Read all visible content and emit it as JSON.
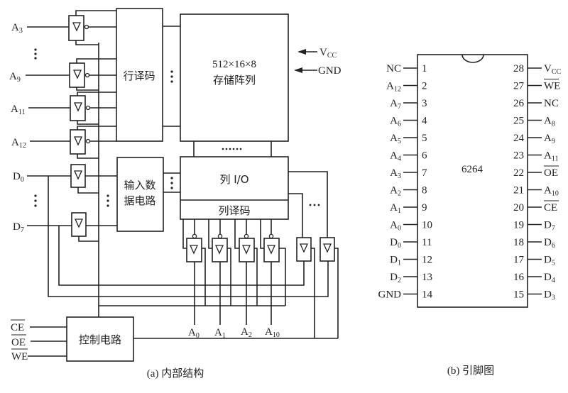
{
  "internal": {
    "caption": "(a) 内部结构",
    "row_decoder": "行译码",
    "memory_array_size": "512×16×8",
    "memory_array_label": "存储阵列",
    "column_io": "列 I/O",
    "column_decoder": "列译码",
    "input_data_circuit_line1": "输入数",
    "input_data_circuit_line2": "据电路",
    "control_circuit": "控制电路",
    "vcc": {
      "base": "V",
      "sub": "CC"
    },
    "gnd": "GND",
    "row_address_inputs": [
      {
        "base": "A",
        "sub": "3"
      },
      {
        "base": "A",
        "sub": "9"
      },
      {
        "base": "A",
        "sub": "11"
      },
      {
        "base": "A",
        "sub": "12"
      }
    ],
    "data_inputs": [
      {
        "base": "D",
        "sub": "0"
      },
      {
        "base": "D",
        "sub": "7"
      }
    ],
    "column_address_inputs": [
      {
        "base": "A",
        "sub": "0"
      },
      {
        "base": "A",
        "sub": "1"
      },
      {
        "base": "A",
        "sub": "2"
      },
      {
        "base": "A",
        "sub": "10"
      }
    ],
    "control_inputs": [
      "CE",
      "OE",
      "WE"
    ]
  },
  "pinout": {
    "caption": "(b) 引脚图",
    "chip_name": "6264",
    "left_pins": [
      {
        "num": "1",
        "base": "NC",
        "sub": "",
        "bar": false
      },
      {
        "num": "2",
        "base": "A",
        "sub": "12",
        "bar": false
      },
      {
        "num": "3",
        "base": "A",
        "sub": "7",
        "bar": false
      },
      {
        "num": "4",
        "base": "A",
        "sub": "6",
        "bar": false
      },
      {
        "num": "5",
        "base": "A",
        "sub": "5",
        "bar": false
      },
      {
        "num": "6",
        "base": "A",
        "sub": "4",
        "bar": false
      },
      {
        "num": "7",
        "base": "A",
        "sub": "3",
        "bar": false
      },
      {
        "num": "8",
        "base": "A",
        "sub": "2",
        "bar": false
      },
      {
        "num": "9",
        "base": "A",
        "sub": "1",
        "bar": false
      },
      {
        "num": "10",
        "base": "A",
        "sub": "0",
        "bar": false
      },
      {
        "num": "11",
        "base": "D",
        "sub": "0",
        "bar": false
      },
      {
        "num": "12",
        "base": "D",
        "sub": "1",
        "bar": false
      },
      {
        "num": "13",
        "base": "D",
        "sub": "2",
        "bar": false
      },
      {
        "num": "14",
        "base": "GND",
        "sub": "",
        "bar": false
      }
    ],
    "right_pins": [
      {
        "num": "28",
        "base": "V",
        "sub": "CC",
        "bar": false
      },
      {
        "num": "27",
        "base": "WE",
        "sub": "",
        "bar": true
      },
      {
        "num": "26",
        "base": "NC",
        "sub": "",
        "bar": false
      },
      {
        "num": "25",
        "base": "A",
        "sub": "8",
        "bar": false
      },
      {
        "num": "24",
        "base": "A",
        "sub": "9",
        "bar": false
      },
      {
        "num": "23",
        "base": "A",
        "sub": "11",
        "bar": false
      },
      {
        "num": "22",
        "base": "OE",
        "sub": "",
        "bar": true
      },
      {
        "num": "21",
        "base": "A",
        "sub": "10",
        "bar": false
      },
      {
        "num": "20",
        "base": "CE",
        "sub": "",
        "bar": true
      },
      {
        "num": "19",
        "base": "D",
        "sub": "7",
        "bar": false
      },
      {
        "num": "18",
        "base": "D",
        "sub": "6",
        "bar": false
      },
      {
        "num": "17",
        "base": "D",
        "sub": "5",
        "bar": false
      },
      {
        "num": "16",
        "base": "D",
        "sub": "4",
        "bar": false
      },
      {
        "num": "15",
        "base": "D",
        "sub": "3",
        "bar": false
      }
    ]
  }
}
